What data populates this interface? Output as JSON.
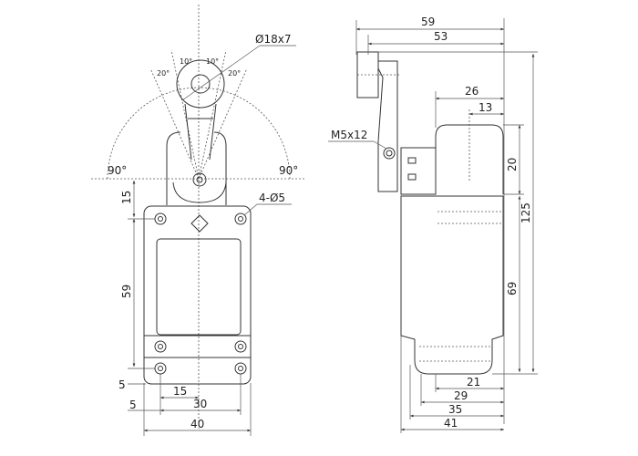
{
  "front_view": {
    "roller_label": "Ø18x7",
    "angle_left_10": "10°",
    "angle_right_10": "10°",
    "angle_left_20": "20°",
    "angle_right_20": "20°",
    "angle_left_90": "90°",
    "angle_right_90": "90°",
    "holes_label": "4-Ø5",
    "dim_15_top": "15",
    "dim_59": "59",
    "dim_5_left": "5",
    "dim_5_bottom": "5",
    "dim_15_bottom": "15",
    "dim_30": "30",
    "dim_40": "40"
  },
  "side_view": {
    "dim_59": "59",
    "dim_53": "53",
    "dim_26": "26",
    "dim_13": "13",
    "screw_label": "M5x12",
    "dim_20": "20",
    "dim_125": "125",
    "dim_69": "69",
    "dim_21": "21",
    "dim_29": "29",
    "dim_35": "35",
    "dim_41": "41"
  }
}
